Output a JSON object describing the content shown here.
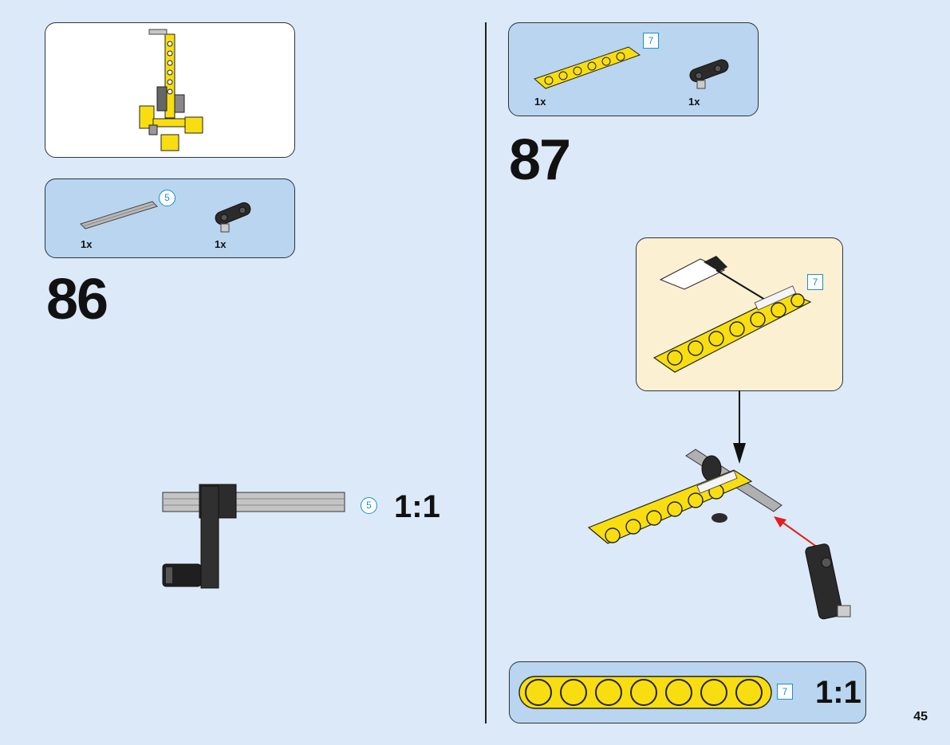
{
  "page": {
    "number": "45"
  },
  "step86": {
    "number": "86",
    "parts": [
      {
        "name": "axle",
        "qty": "1x",
        "length_badge": "5"
      },
      {
        "name": "axle-pin-connector",
        "qty": "1x"
      }
    ],
    "scale_badge": "5",
    "scale_label": "1:1"
  },
  "step87": {
    "number": "87",
    "parts": [
      {
        "name": "beam",
        "qty": "1x",
        "length_badge": "7"
      },
      {
        "name": "axle-pin-connector",
        "qty": "1x"
      }
    ],
    "callout_badge": "7",
    "scale_badge": "7",
    "scale_label": "1:1"
  },
  "colors": {
    "background": "#dce9f8",
    "callout": "#b9d5ef",
    "sub_callout": "#fcf0d2",
    "part_yellow": "#f8de10",
    "badge_blue": "#1a90c8",
    "arrow_red": "#e0201c"
  }
}
